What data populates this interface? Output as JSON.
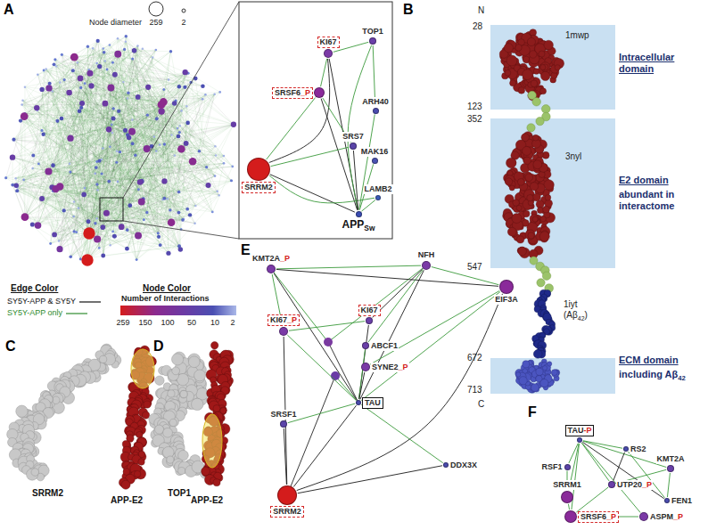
{
  "diagram": {
    "nodes": [
      {
        "text": [
          "KI67"
        ]
      },
      {
        "text": [
          "TOP1"
        ]
      },
      {
        "text": [
          "SRSF6_P"
        ]
      },
      {
        "text": [
          "ARH40"
        ]
      },
      {
        "text": [
          "SRRM2"
        ]
      },
      {
        "text": [
          "SRS7"
        ]
      },
      {
        "text": [
          "MAK16"
        ]
      },
      {
        "text": [
          "LAMB2"
        ]
      },
      {
        "text": [
          "APPSw"
        ]
      },
      {
        "text": [
          "KMT2A_P"
        ]
      },
      {
        "text": [
          "NFH"
        ]
      },
      {
        "text": [
          "EIF3A"
        ]
      },
      {
        "text": [
          "KI67_P"
        ]
      },
      {
        "text": [
          "KI67"
        ]
      },
      {
        "text": [
          "ABCF1"
        ]
      },
      {
        "text": [
          "SYNE2_P"
        ]
      },
      {
        "text": [
          "TAU"
        ]
      },
      {
        "text": [
          "SRSF1"
        ]
      },
      {
        "text": [
          "DDX3X"
        ]
      },
      {
        "text": [
          "SRRM2"
        ]
      },
      {
        "text": [
          "TAU-P"
        ]
      },
      {
        "text": [
          "RS2"
        ]
      },
      {
        "text": [
          "RSF1"
        ]
      },
      {
        "text": [
          "KMT2A"
        ]
      },
      {
        "text": [
          "FEN1"
        ]
      },
      {
        "text": [
          "UTP20_P"
        ]
      },
      {
        "text": [
          "SRRM1"
        ]
      },
      {
        "text": [
          "ASPM_P"
        ]
      },
      {
        "text": [
          "SRSF6_P"
        ]
      }
    ],
    "edges": [
      {
        "from": 0,
        "to": 1,
        "arrow": "none"
      },
      {
        "from": 0,
        "to": 4,
        "arrow": "none"
      },
      {
        "from": 0,
        "to": 8,
        "arrow": "none"
      },
      {
        "from": 0,
        "to": 2,
        "arrow": "none"
      },
      {
        "from": 1,
        "to": 3,
        "arrow": "none"
      },
      {
        "from": 1,
        "to": 8,
        "arrow": "none"
      },
      {
        "from": 2,
        "to": 4,
        "arrow": "none"
      },
      {
        "from": 2,
        "to": 5,
        "arrow": "none"
      },
      {
        "from": 2,
        "to": 8,
        "arrow": "none"
      },
      {
        "from": 3,
        "to": 8,
        "arrow": "none"
      },
      {
        "from": 4,
        "to": 5,
        "arrow": "none"
      },
      {
        "from": 4,
        "to": 8,
        "arrow": "none"
      },
      {
        "from": 4,
        "to": 7,
        "arrow": "none"
      },
      {
        "from": 5,
        "to": 8,
        "arrow": "none"
      },
      {
        "from": 6,
        "to": 8,
        "arrow": "none"
      },
      {
        "from": 7,
        "to": 8,
        "arrow": "none"
      },
      {
        "from": 9,
        "to": 10,
        "arrow": "none"
      },
      {
        "from": 9,
        "to": 11,
        "arrow": "none"
      },
      {
        "from": 9,
        "to": 12,
        "arrow": "none"
      },
      {
        "from": 9,
        "to": 16,
        "arrow": "none"
      },
      {
        "from": 10,
        "to": 13,
        "arrow": "none"
      },
      {
        "from": 10,
        "to": 14,
        "arrow": "none"
      },
      {
        "from": 10,
        "to": 16,
        "arrow": "none"
      },
      {
        "from": 10,
        "to": 11,
        "arrow": "none"
      },
      {
        "from": 11,
        "to": 15,
        "arrow": "none"
      },
      {
        "from": 11,
        "to": 16,
        "arrow": "none"
      },
      {
        "from": 11,
        "to": 19,
        "arrow": "none"
      },
      {
        "from": 12,
        "to": 16,
        "arrow": "none"
      },
      {
        "from": 12,
        "to": 19,
        "arrow": "none"
      },
      {
        "from": 13,
        "to": 16,
        "arrow": "none"
      },
      {
        "from": 14,
        "to": 16,
        "arrow": "none"
      },
      {
        "from": 15,
        "to": 16,
        "arrow": "none"
      },
      {
        "from": 17,
        "to": 16,
        "arrow": "none"
      },
      {
        "from": 17,
        "to": 19,
        "arrow": "none"
      },
      {
        "from": 18,
        "to": 16,
        "arrow": "none"
      },
      {
        "from": 18,
        "to": 19,
        "arrow": "none"
      },
      {
        "from": 19,
        "to": 16,
        "arrow": "none"
      },
      {
        "from": 12,
        "to": 13,
        "arrow": "none"
      },
      {
        "from": 20,
        "to": 21,
        "arrow": "none"
      },
      {
        "from": 20,
        "to": 22,
        "arrow": "none"
      },
      {
        "from": 20,
        "to": 23,
        "arrow": "none"
      },
      {
        "from": 20,
        "to": 25,
        "arrow": "none"
      },
      {
        "from": 20,
        "to": 26,
        "arrow": "none"
      },
      {
        "from": 20,
        "to": 24,
        "arrow": "none"
      },
      {
        "from": 20,
        "to": 27,
        "arrow": "none"
      },
      {
        "from": 20,
        "to": 28,
        "arrow": "none"
      },
      {
        "from": 21,
        "to": 25,
        "arrow": "none"
      },
      {
        "from": 21,
        "to": 24,
        "arrow": "none"
      },
      {
        "from": 22,
        "to": 26,
        "arrow": "none"
      },
      {
        "from": 23,
        "to": 25,
        "arrow": "none"
      },
      {
        "from": 25,
        "to": 28,
        "arrow": "none"
      },
      {
        "from": 26,
        "to": 28,
        "arrow": "none"
      },
      {
        "from": 27,
        "to": 28,
        "arrow": "none"
      },
      {
        "from": 23,
        "to": 24,
        "arrow": "none"
      }
    ],
    "labels": [
      "A",
      "Node diameter",
      "259",
      "2",
      "Edge Color",
      "Node Color",
      "Number of Interactions",
      "259",
      "150",
      "100",
      "50",
      "10",
      "2",
      "B",
      "N",
      "28",
      "123",
      "352",
      "547",
      "672",
      "713",
      "C",
      "1mwp",
      "Intracellular domain",
      "3nyl",
      "E2 domain",
      "abundant in interactome",
      "1iyt (Aβ42)",
      "ECM domain",
      "including Aβ42",
      "C",
      "SRRM2",
      "APP-E2",
      "D",
      "TOP1",
      "APP-E2",
      "E",
      "F"
    ],
    "legend": [
      {
        "text": "SY5Y-APP & SY5Y"
      },
      {
        "text": "SY5Y-APP only"
      }
    ]
  }
}
